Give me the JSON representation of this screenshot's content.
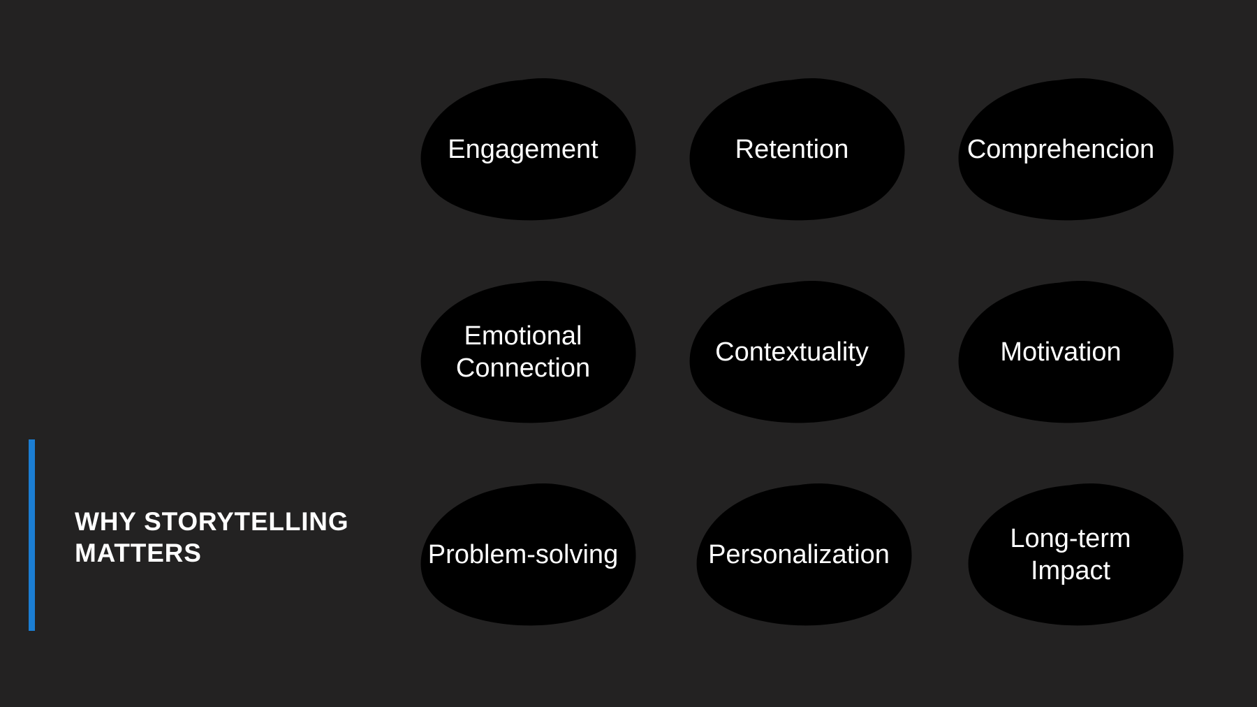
{
  "slide": {
    "background_color": "#232222",
    "accent_color": "#1B7ED3",
    "text_color": "#FFFFFF"
  },
  "title": {
    "text": "WHY STORYTELLING MATTERS"
  },
  "concepts": {
    "items": [
      {
        "label": "Engagement"
      },
      {
        "label": "Retention"
      },
      {
        "label": "Comprehencion"
      },
      {
        "label": "Emotional\nConnection"
      },
      {
        "label": "Contextuality"
      },
      {
        "label": "Motivation"
      },
      {
        "label": "Problem-solving"
      },
      {
        "label": "Personalization"
      },
      {
        "label": "Long-term\nImpact"
      }
    ]
  }
}
